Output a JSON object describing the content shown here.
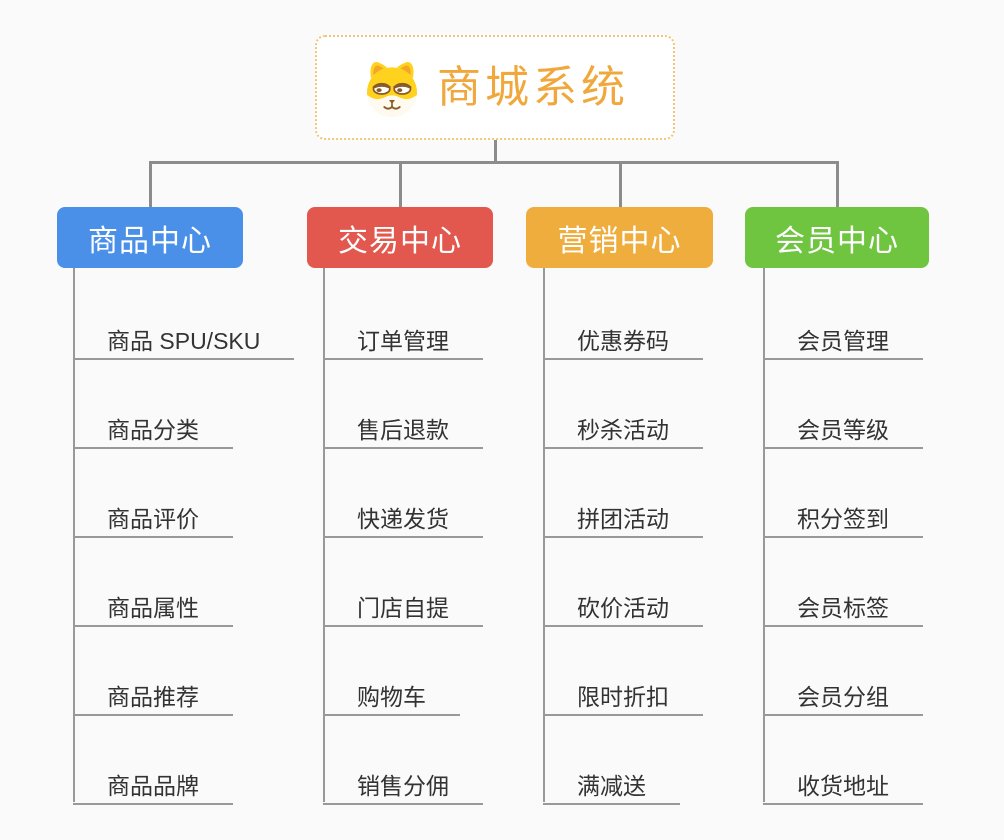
{
  "root": {
    "title": "商城系统",
    "icon": "dog-face-icon",
    "title_color": "#F0A83C",
    "border_color": "#F2C67A",
    "background": "#FFFFFF"
  },
  "canvas_background": "#FAFAFA",
  "connector_color": "#8C8C8C",
  "leaf_line_color": "#999999",
  "leaf_text_color": "#333333",
  "branches": [
    {
      "label": "商品中心",
      "color": "#4A90E8",
      "items": [
        "商品 SPU/SKU",
        "商品分类",
        "商品评价",
        "商品属性",
        "商品推荐",
        "商品品牌"
      ]
    },
    {
      "label": "交易中心",
      "color": "#E2574E",
      "items": [
        "订单管理",
        "售后退款",
        "快递发货",
        "门店自提",
        "购物车",
        "销售分佣"
      ]
    },
    {
      "label": "营销中心",
      "color": "#EEAD3C",
      "items": [
        "优惠券码",
        "秒杀活动",
        "拼团活动",
        "砍价活动",
        "限时折扣",
        "满减送"
      ]
    },
    {
      "label": "会员中心",
      "color": "#6FC440",
      "items": [
        "会员管理",
        "会员等级",
        "积分签到",
        "会员标签",
        "会员分组",
        "收货地址"
      ]
    }
  ]
}
